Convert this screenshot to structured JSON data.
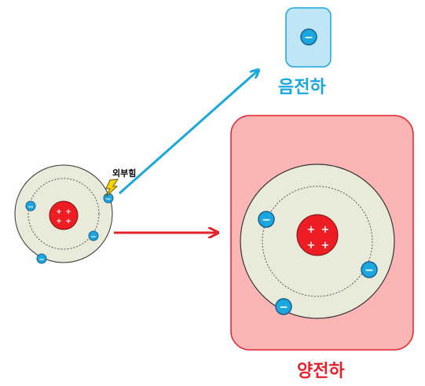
{
  "labels": {
    "negative_charge": "음전하",
    "positive_charge": "양전하",
    "external_force": "외부힘"
  },
  "symbols": {
    "electron": "−",
    "proton": "+"
  },
  "colors": {
    "negative": "#1aa7e0",
    "positive": "#e8202a",
    "negative_panel": "#bfe6f7",
    "positive_panel": "#fbb5b5",
    "atom_body": "#e9ebda",
    "nucleus": "#ee1c23",
    "spark": "#f5d200"
  }
}
